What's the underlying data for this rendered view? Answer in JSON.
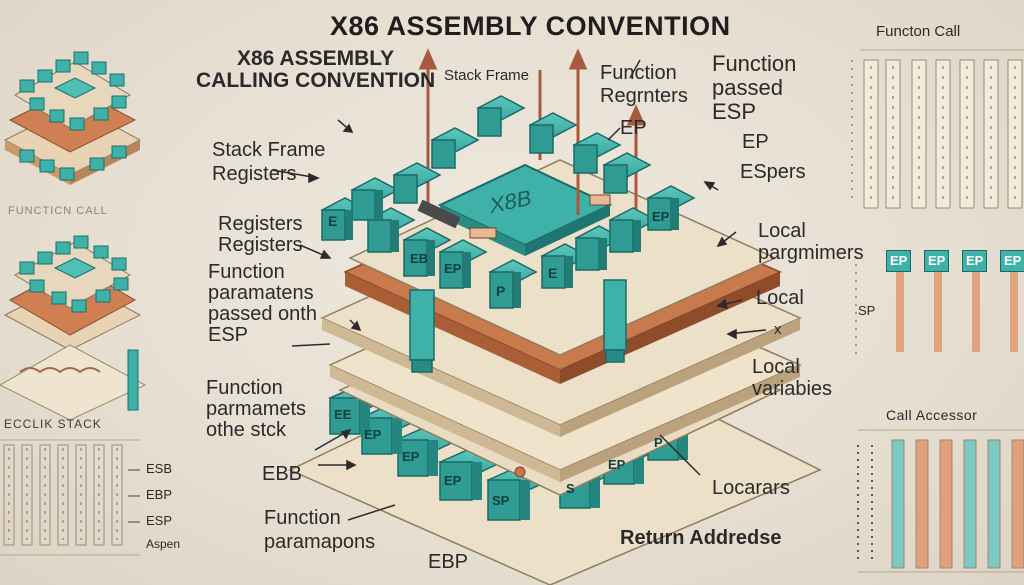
{
  "title": "X86 ASSEMBLY CONVENTION",
  "subtitle_line1": "X86 ASSEMBLY",
  "subtitle_line2": "CALLING CONVENTION",
  "labels": {
    "stack_frame_small": "Stack Frame",
    "function_regrs": "Function Regrnters",
    "ep_small": "EP",
    "function_passed_esp": "Function passed ESP",
    "ep_right": "EP",
    "espers": "ESpers",
    "stack_frame_registers": "Stack Frame Registers",
    "registers_registers": "Registers Registers",
    "local_params": "Local pargmimers",
    "function_params_passed": "Function paramatens passed onth ESP",
    "local_mid": "Local",
    "x_small": "x",
    "local_variables": "Local variabies",
    "function_params_stack": "Function parmamets othe stck",
    "ebb_left": "EBB",
    "function_paramapons": "Function paramapons",
    "ebp_bottom": "EBP",
    "return_address": "Return Addredse",
    "localars": "Locarars",
    "chip_label": "X8B"
  },
  "left_panel": {
    "func_faded": "FUNCTICN CALL",
    "stack_label": "ECCLIK STACK",
    "reg_esb": "ESB",
    "reg_ebp": "EBP",
    "reg_esp": "ESP",
    "reg_aspen": "Aspen"
  },
  "right_panel": {
    "function_call": "Functon Call",
    "ep_tags": [
      "EP",
      "EP",
      "EP",
      "EP"
    ],
    "sp_label": "SP",
    "call_accessor": "Call Accessor"
  },
  "cube_labels": {
    "e": "E",
    "eb": "EB",
    "ep": "EP",
    "p": "P",
    "s": "S",
    "sp": "SP",
    "ee": "EE"
  },
  "colors": {
    "teal": "#3eb1a8",
    "teal_dark": "#1f7d78",
    "copper": "#c9774a",
    "plate": "#ede0c8",
    "arrow": "#a85a3f"
  }
}
